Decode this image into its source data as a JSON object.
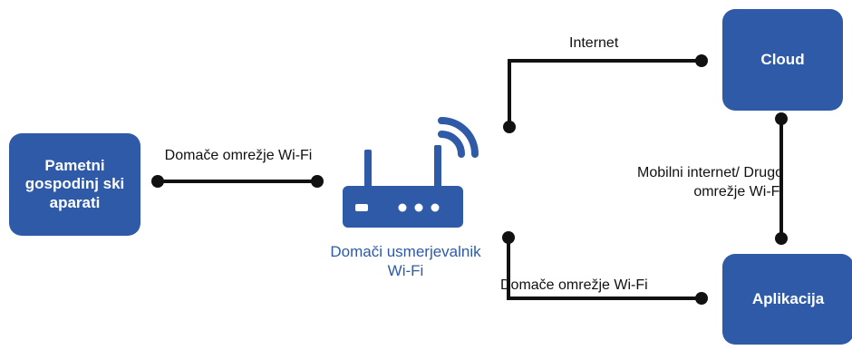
{
  "nodes": {
    "appliances": "Pametni gospodinj ski aparati",
    "cloud": "Cloud",
    "app": "Aplikacija"
  },
  "router": {
    "label": "Domači usmerjevalnik Wi-Fi"
  },
  "connections": {
    "home_network": "Domače omrežje Wi-Fi",
    "internet": "Internet",
    "mobile": "Mobilni internet/ Drugo omrežje Wi-Fi",
    "home_network_app": "Domače omrežje Wi-Fi"
  },
  "colors": {
    "node_fill": "#2e5aa8",
    "router_fill": "#2e5aa8",
    "line": "#111111"
  }
}
